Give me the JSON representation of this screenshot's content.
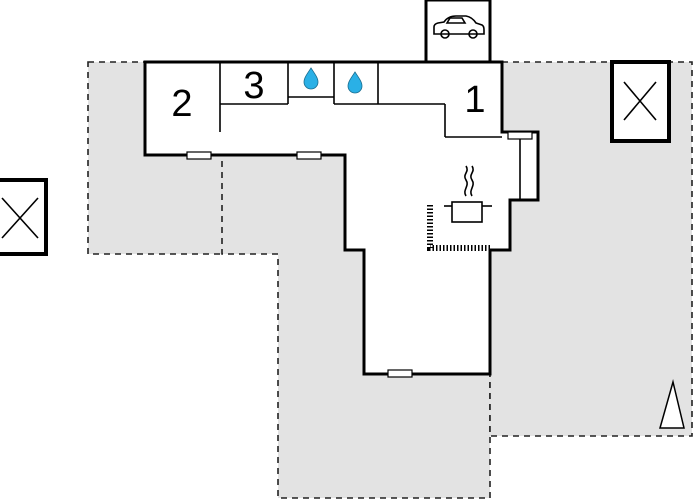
{
  "rooms": [
    {
      "id": "room-2",
      "label": "2"
    },
    {
      "id": "room-3",
      "label": "3"
    },
    {
      "id": "room-1",
      "label": "1"
    }
  ],
  "colors": {
    "terrace": "#e3e3e3",
    "wall": "#000000",
    "water": "#2ab0e6"
  },
  "icons": [
    "car-icon",
    "water-drop-icon",
    "cooking-pot-icon",
    "north-arrow-icon",
    "crossed-box-icon"
  ]
}
